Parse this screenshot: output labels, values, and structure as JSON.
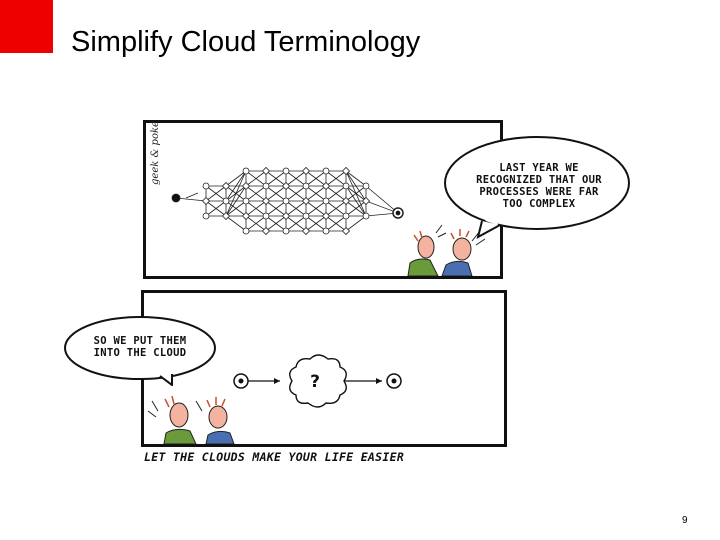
{
  "slide": {
    "title": "Simplify Cloud Terminology",
    "page_number": "9",
    "accent_color": "#ee0000"
  },
  "comic": {
    "credit": "geek & poke",
    "panel1_speech_lines": [
      "LAST YEAR WE",
      "RECOGNIZED THAT OUR",
      "PROCESSES WERE FAR",
      "TOO COMPLEX"
    ],
    "panel2_speech_lines": [
      "SO WE PUT THEM",
      "INTO THE CLOUD"
    ],
    "cloud_symbol": "?",
    "caption": "LET THE CLOUDS MAKE YOUR LIFE EASIER"
  }
}
